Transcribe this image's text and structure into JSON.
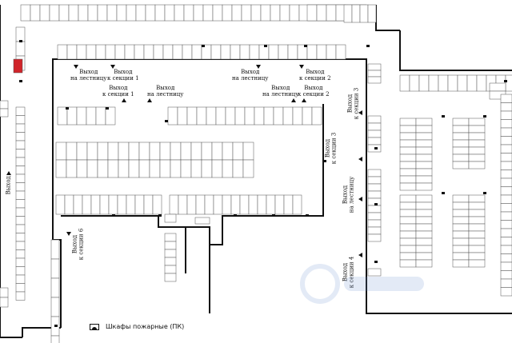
{
  "labels": {
    "exit_stairs_1": [
      "Выход",
      "на лестницу"
    ],
    "exit_section_1_top": [
      "Выход",
      "к секции 1"
    ],
    "exit_section_1_mid": [
      "Выход",
      "к секции 1"
    ],
    "exit_stairs_2": [
      "Выход",
      "на лестницу"
    ],
    "exit_stairs_3": [
      "Выход",
      "на лестницу"
    ],
    "exit_section_2_top": [
      "Выход",
      "к секции 2"
    ],
    "exit_stairs_4": [
      "Выход",
      "на лестницу"
    ],
    "exit_section_2_mid": [
      "Выход",
      "к секции 2"
    ],
    "exit_left": "Выход",
    "exit_section_6": [
      "Выход",
      "к секции 6"
    ],
    "exit_section_3_a": [
      "Выход",
      "к секции 3"
    ],
    "exit_section_3_b": [
      "Выход",
      "к секции 3"
    ],
    "exit_stairs_right": [
      "Выход",
      "на лестницу"
    ],
    "exit_section_4": [
      "Выход",
      "к секции 4"
    ]
  },
  "legend": {
    "label": "Шкафы пожарные (ПК)",
    "icon": "fire-cabinet-icon"
  },
  "highlight_color": "#d0242a",
  "line_color": "#111111"
}
